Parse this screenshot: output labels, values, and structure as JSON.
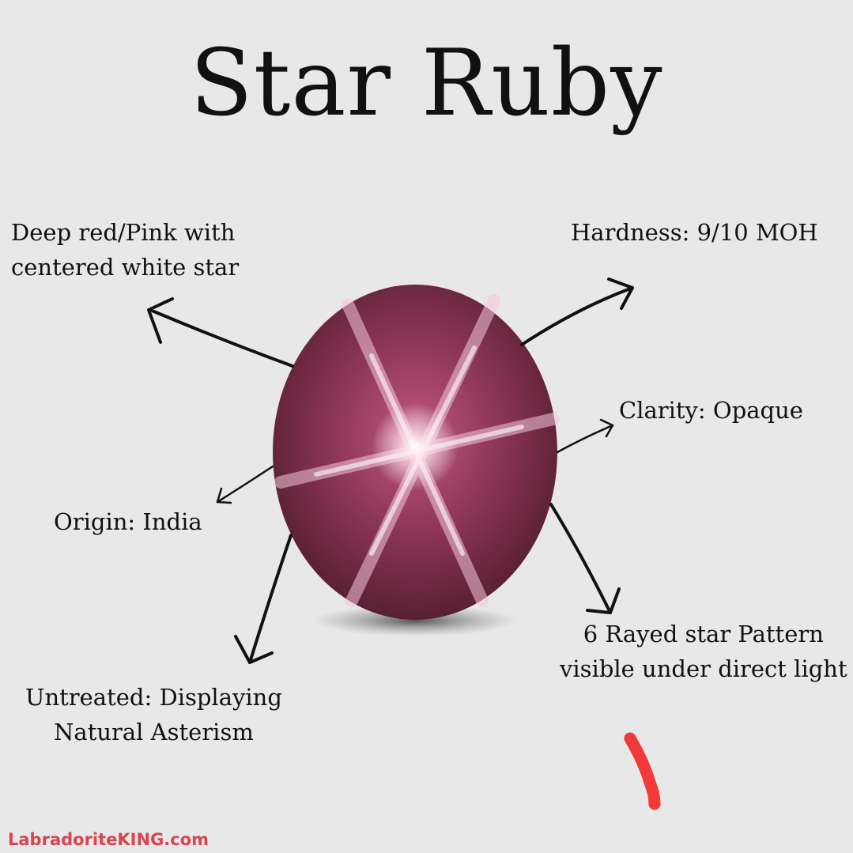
{
  "title": "Star Ruby",
  "labels": {
    "color": [
      "Deep red/Pink with",
      "centered white star"
    ],
    "hardness": "Hardness: 9/10 MOH",
    "clarity": "Clarity: Opaque",
    "origin": "Origin: India",
    "star_pattern": [
      "6 Rayed star Pattern",
      "visible under direct light"
    ],
    "treatment": [
      "Untreated: Displaying",
      "Natural Asterism"
    ]
  },
  "footer": "LabradoriteKING.com",
  "colors": {
    "background": "#e8e8e8",
    "gem_base": "#7a2b45",
    "gem_highlight": "#ffffff",
    "footer": "#d9444f",
    "mark": "#f23a3a"
  }
}
